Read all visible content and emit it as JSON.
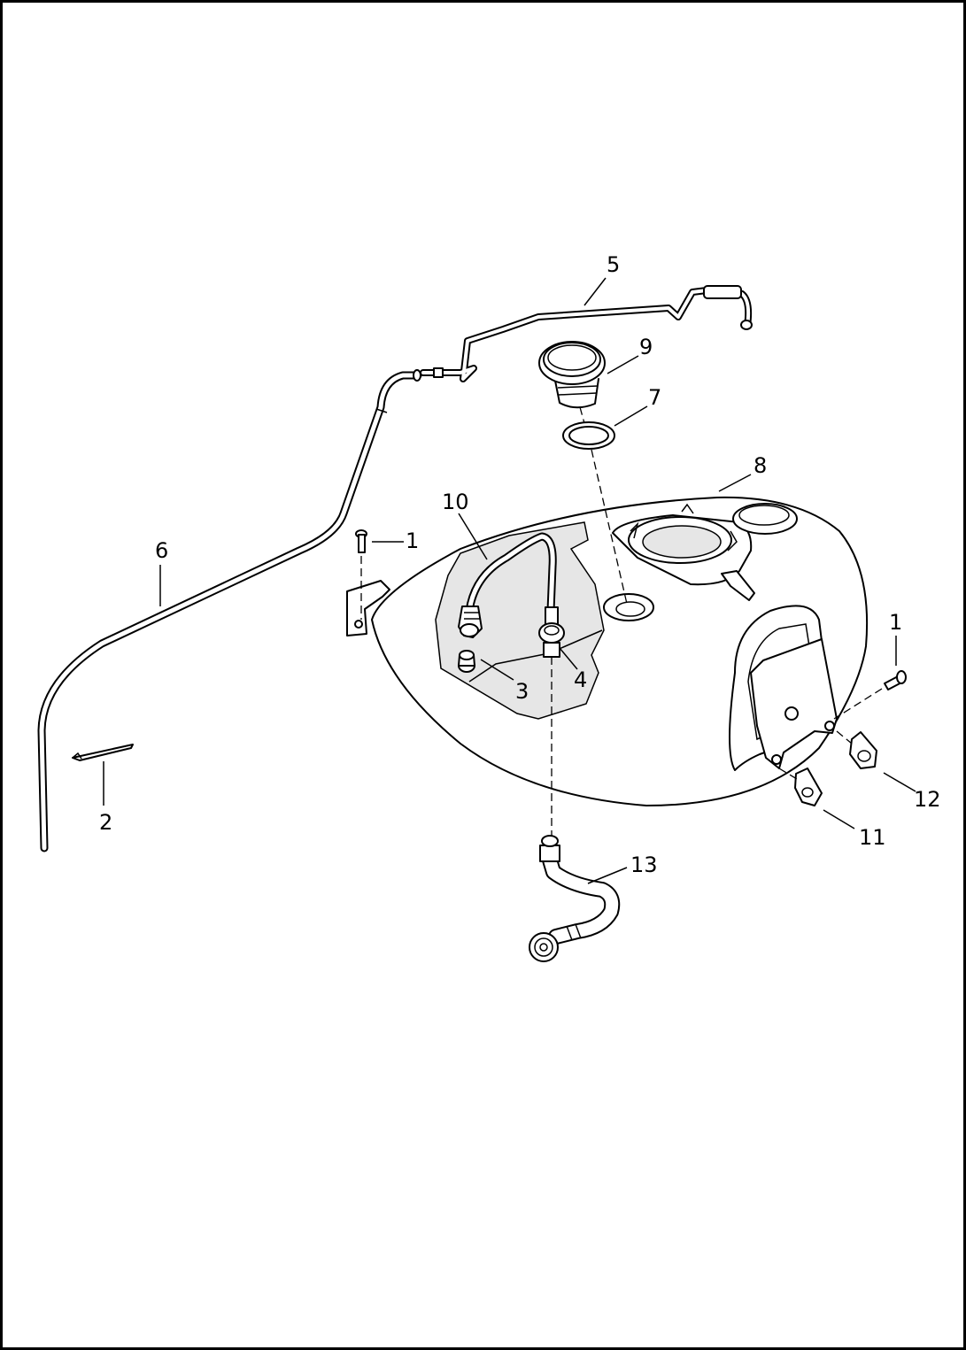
{
  "diagram": {
    "callouts": [
      {
        "id": "c1a",
        "label": "1"
      },
      {
        "id": "c1b",
        "label": "1"
      },
      {
        "id": "c2",
        "label": "2"
      },
      {
        "id": "c3",
        "label": "3"
      },
      {
        "id": "c4",
        "label": "4"
      },
      {
        "id": "c5",
        "label": "5"
      },
      {
        "id": "c6",
        "label": "6"
      },
      {
        "id": "c7",
        "label": "7"
      },
      {
        "id": "c8",
        "label": "8"
      },
      {
        "id": "c9",
        "label": "9"
      },
      {
        "id": "c10",
        "label": "10"
      },
      {
        "id": "c11",
        "label": "11"
      },
      {
        "id": "c12",
        "label": "12"
      },
      {
        "id": "c13",
        "label": "13"
      }
    ]
  }
}
